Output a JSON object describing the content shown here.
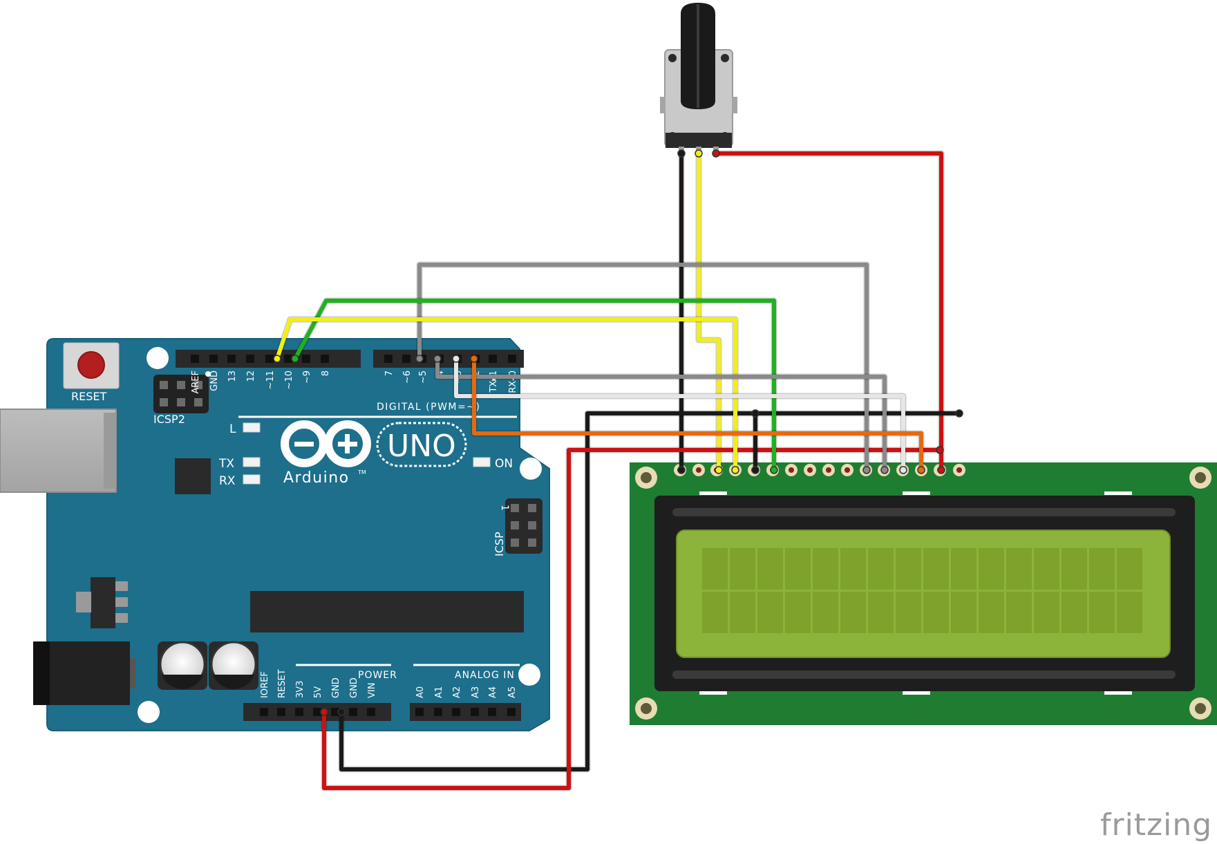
{
  "board": {
    "reset": "RESET",
    "icsp2": "ICSP2",
    "icsp": "ICSP",
    "icsp_pin1": "1",
    "led_l": "L",
    "led_tx": "TX",
    "led_rx": "RX",
    "led_on": "ON",
    "uno": "UNO",
    "brand": "Arduino",
    "tm": "TM",
    "digital": "DIGITAL (PWM=~)",
    "power": "POWER",
    "analog": "ANALOG IN",
    "top_left_pins": [
      "AREF",
      "GND",
      "13",
      "12",
      "~11",
      "~10",
      "~9",
      "8"
    ],
    "top_right_pins": [
      "7",
      "~6",
      "~5",
      "4",
      "~3",
      "2",
      "TX▸1",
      "RX◂0"
    ],
    "power_pins": [
      "IOREF",
      "RESET",
      "3V3",
      "5V",
      "GND",
      "GND",
      "VIN"
    ],
    "analog_pins": [
      "A0",
      "A1",
      "A2",
      "A3",
      "A4",
      "A5"
    ]
  },
  "watermark": "fritzing",
  "wire_colors": {
    "black": "#1a1a1a",
    "red": "#cc1111",
    "yellow": "#f2ee1c",
    "green": "#1fb11f",
    "gray": "#8a8a8a",
    "white": "#e6e6e6",
    "orange": "#e56a10"
  },
  "colors": {
    "board": "#1d6f8c",
    "lcd_pcb": "#1f7d32",
    "lcd_screen": "#8db43a"
  }
}
